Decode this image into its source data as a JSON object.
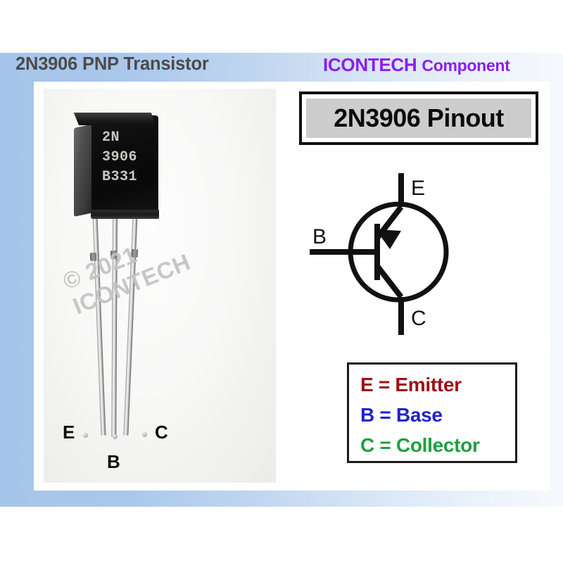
{
  "header": {
    "title_left": "2N3906 PNP Transistor",
    "brand": "ICONTECH",
    "brand_suffix": "Component",
    "brand_color": "#8a1ef0",
    "title_left_color": "#4b4b4b",
    "band_color": "#a6c5ea"
  },
  "photo": {
    "body_line1": "2N",
    "body_line2": "3906",
    "body_line3": "B331",
    "body_color": "#0c0c0c",
    "marking_color": "#c9c9c4",
    "pin_labels": {
      "left": "E",
      "middle": "B",
      "right": "C"
    },
    "watermark_line1": "© 2021",
    "watermark_line2": "ICONTECH",
    "watermark_color": "#c3c3c3"
  },
  "diagram": {
    "plate_title": "2N3906 Pinout",
    "plate_fill": "#cdcdcd",
    "plate_border": "#111111",
    "symbol": {
      "type": "PNP bipolar junction transistor",
      "emitter_label": "E",
      "base_label": "B",
      "collector_label": "C",
      "line_color": "#111111",
      "arrow_direction": "into-base (PNP)"
    },
    "legend": [
      {
        "key": "E",
        "text": "E = Emitter",
        "color": "#9b1116"
      },
      {
        "key": "B",
        "text": "B = Base",
        "color": "#2222c9"
      },
      {
        "key": "C",
        "text": "C = Collector",
        "color": "#1f9f3f"
      }
    ]
  }
}
